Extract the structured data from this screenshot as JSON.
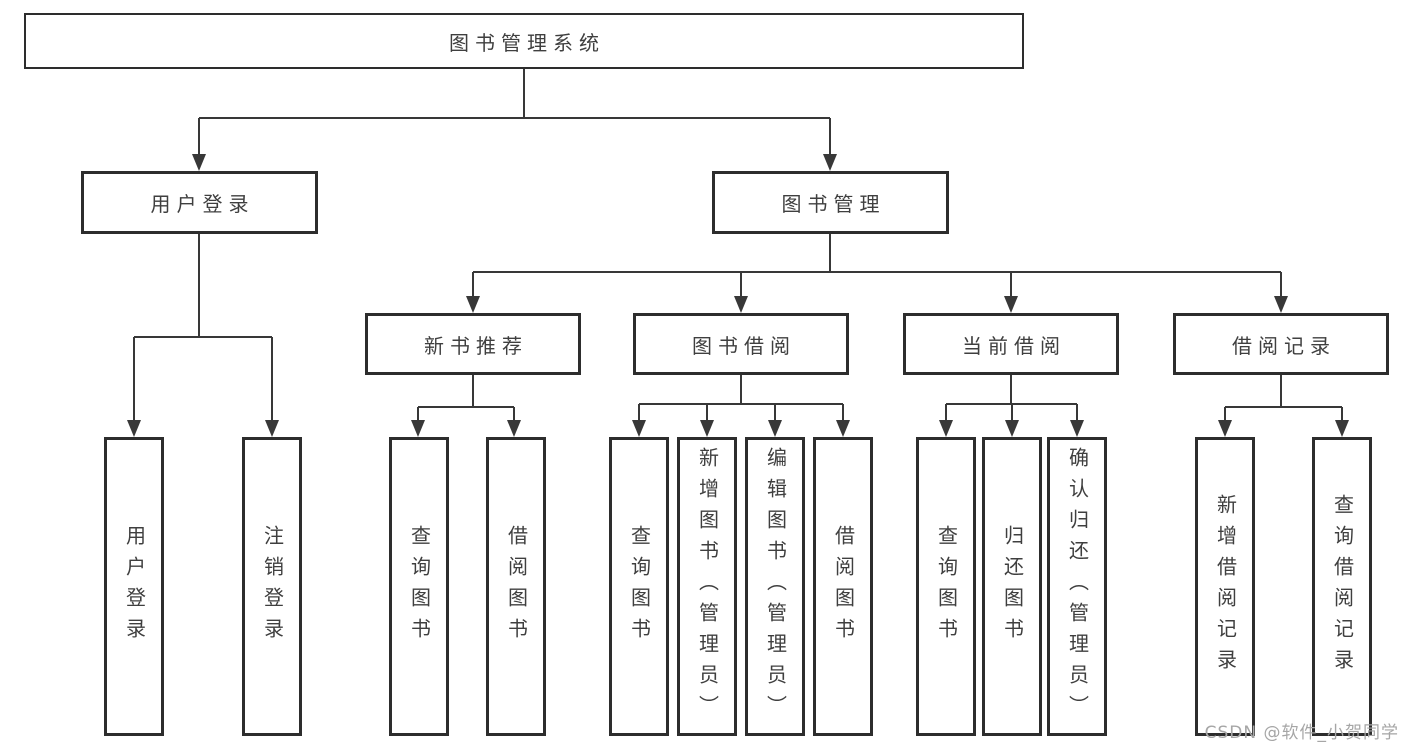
{
  "tree": {
    "root": "图书管理系统",
    "branches": [
      {
        "label": "用户登录",
        "leaves": [
          "用户登录",
          "注销登录"
        ]
      },
      {
        "label": "图书管理",
        "groups": [
          {
            "label": "新书推荐",
            "leaves": [
              "查询图书",
              "借阅图书"
            ]
          },
          {
            "label": "图书借阅",
            "leaves": [
              "查询图书",
              "新增图书（管理员）",
              "编辑图书（管理员）",
              "借阅图书"
            ]
          },
          {
            "label": "当前借阅",
            "leaves": [
              "查询图书",
              "归还图书",
              "确认归还（管理员）"
            ]
          },
          {
            "label": "借阅记录",
            "leaves": [
              "新增借阅记录",
              "查询借阅记录"
            ]
          }
        ]
      }
    ]
  },
  "watermark": "CSDN @软件_小贺同学",
  "colors": {
    "line": "#383838",
    "box_border": "#2d2d2d",
    "box_fill": "#ffffff",
    "text": "#3f3f3f",
    "watermark": "#a6a6a6"
  }
}
